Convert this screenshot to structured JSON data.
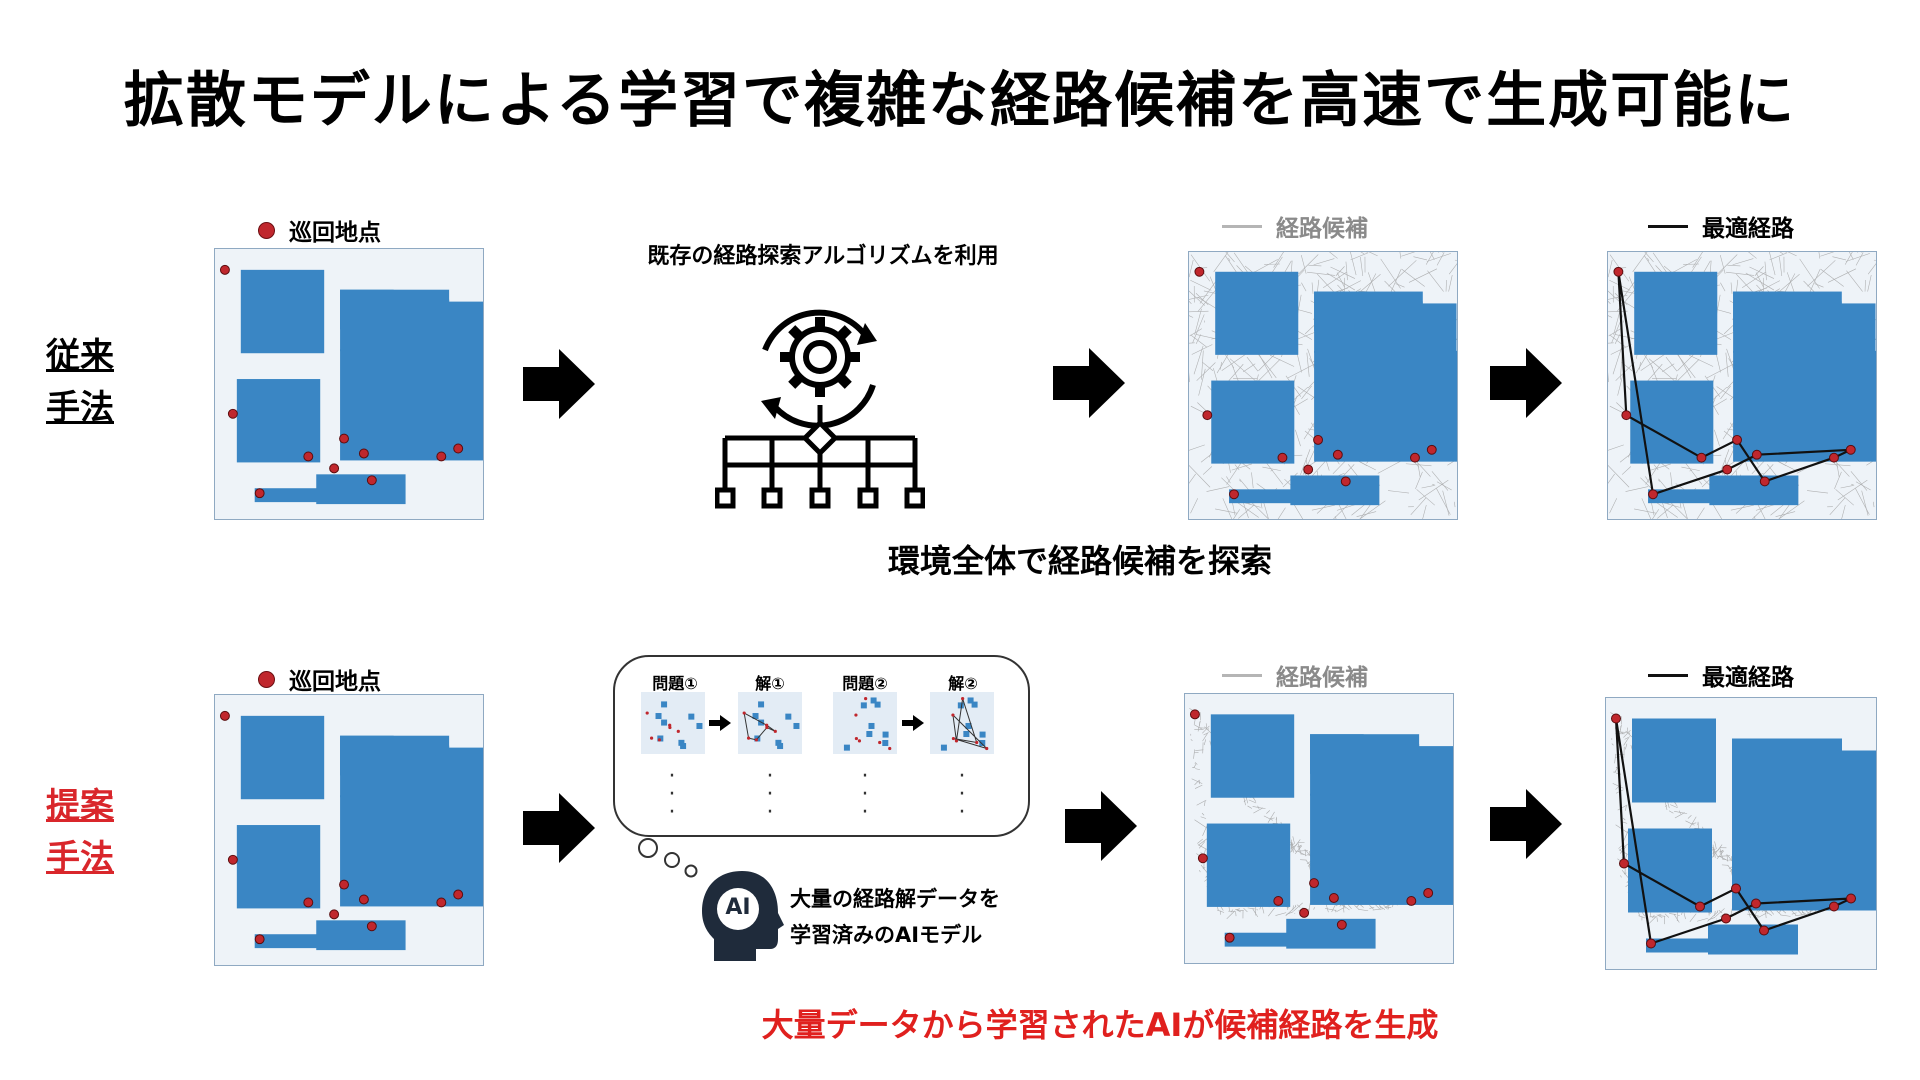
{
  "title": "拡散モデルによる学習で複雑な経路候補を高速で生成可能に",
  "colors": {
    "obstacle": "#3a86c4",
    "map_bg": "#eef3f8",
    "point": "#c0272d",
    "candidate": "#9a9a9a",
    "optimal": "#111111",
    "proposed_label": "#d9262b",
    "bottom_caption": "#e0201e"
  },
  "legend": {
    "points": "巡回地点",
    "candidates": "経路候補",
    "optimal": "最適経路"
  },
  "conventional": {
    "label_line1": "従来",
    "label_line2": "手法",
    "process_label": "既存の経路探索アルゴリズムを利用",
    "caption": "環境全体で経路候補を探索",
    "icon": "gear-flowchart-icon"
  },
  "proposed": {
    "label_line1": "提案",
    "label_line2": "手法",
    "thumb_labels": [
      "問題①",
      "解①",
      "問題②",
      "解②"
    ],
    "ai_badge": "AI",
    "ai_desc_line1": "大量の経路解データを",
    "ai_desc_line2": "学習済みのAIモデル",
    "caption": "大量データから学習されたAIが候補経路を生成",
    "icon": "ai-head-icon"
  }
}
